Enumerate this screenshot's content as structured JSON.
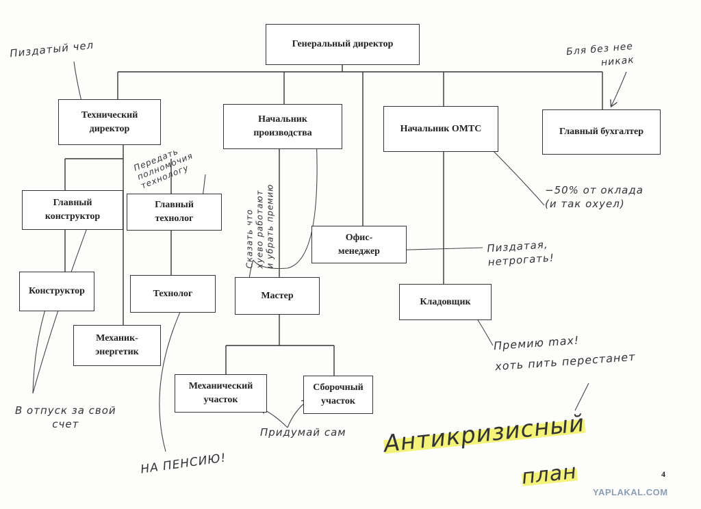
{
  "org_chart": {
    "general_director": "Генеральный директор",
    "technical_director": "Технический\nдиректор",
    "head_of_production": "Начальник\nпроизводства",
    "head_of_omts": "Начальник ОМТС",
    "chief_accountant": "Главный бухгалтер",
    "chief_designer": "Главный\nконструктор",
    "chief_technologist": "Главный\nтехнолог",
    "office_manager": "Офис-\nменеджер",
    "designer": "Конструктор",
    "technologist": "Технолог",
    "foreman": "Мастер",
    "storekeeper": "Кладовщик",
    "mechanic_energetic": "Механик-\nэнергетик",
    "mechanical_section": "Механический\nучасток",
    "assembly_section": "Сборочный\nучасток"
  },
  "annotations": {
    "tech_director_note": "Пиздатый чел",
    "accountant_note": "Бля без нее\nникак",
    "technologist_note": "Передать\nполномочия\nтехнологу",
    "production_note": "Сказать что\nхуево работают\nи убрать премию",
    "omts_note": "−50% от оклада\n(и так охуел)",
    "office_manager_note": "Пиздатая,\nнетрогать!",
    "storekeeper_note": "Премию max!\nхоть пить перестанет",
    "designer_note": "В отпуск за свой\nсчет",
    "mechanic_note": "НА ПЕНСИЮ!",
    "sections_note": "Придумай сам",
    "plan_title_1": "Антикризисный",
    "plan_title_2": "план"
  },
  "page_number": "4",
  "watermark": "YAPLAKAL.COM"
}
